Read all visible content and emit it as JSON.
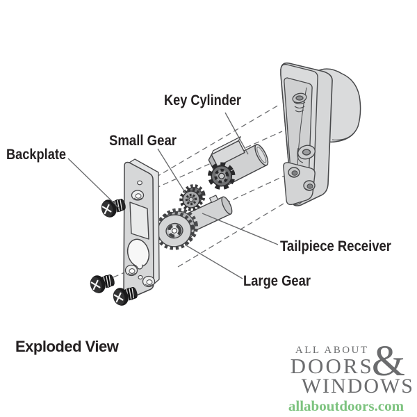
{
  "diagram": {
    "caption": "Exploded View",
    "labels": {
      "backplate": "Backplate",
      "small_gear": "Small Gear",
      "key_cylinder": "Key Cylinder",
      "tailpiece_receiver": "Tailpiece Receiver",
      "large_gear": "Large Gear"
    }
  },
  "branding": {
    "top": "ALL ABOUT",
    "doors": "DOORS",
    "ampersand": "&",
    "windows": "WINDOWS",
    "website": "allaboutdoors.com"
  },
  "colors": {
    "background": "#ffffff",
    "outline": "#48494b",
    "part_fill": "#d6d7d8",
    "label_text": "#231f20",
    "screw_black": "#151516",
    "logo_gray": "#6b6c6e",
    "logo_green": "#7dc37f"
  }
}
